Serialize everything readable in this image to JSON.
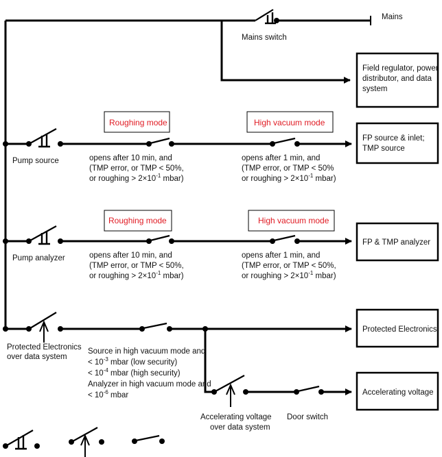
{
  "colors": {
    "mode_text": "#e01a22",
    "line": "#000000",
    "background": "#ffffff"
  },
  "mains": {
    "label": "Mains",
    "switch_label": "Mains switch"
  },
  "outputs": {
    "field_regulator": [
      "Field regulator, power",
      "distributor, and data",
      "system"
    ],
    "fp_source": [
      "FP source & inlet;",
      "TMP source"
    ],
    "fp_tmp_analyzer": "FP & TMP analyzer",
    "protected_electronics": "Protected Electronics",
    "accelerating_voltage": "Accelerating voltage"
  },
  "modes": {
    "roughing": "Roughing mode",
    "high_vacuum": "High vacuum mode"
  },
  "switches": {
    "pump_source": "Pump source",
    "pump_analyzer": "Pump analyzer",
    "protected_electronics": [
      "Protected Electronics",
      "over data system"
    ],
    "accelerating_voltage": [
      "Accelerating voltage",
      "over data system"
    ],
    "door_switch": "Door switch"
  },
  "conditions": {
    "roughing_source": {
      "l1": "opens after 10 min, and",
      "l2": "(TMP error, or TMP < 50%,",
      "l3a": "or roughing > 2×10",
      "l3sup": "-1",
      "l3b": " mbar)"
    },
    "hv_source": {
      "l1": "opens after 1 min, and",
      "l2": "(TMP error, or TMP < 50%",
      "l3a": "or roughing > 2×10",
      "l3sup": "-1",
      "l3b": " mbar)"
    },
    "roughing_analyzer": {
      "l1": "opens after 10 min, and",
      "l2": "(TMP error, or TMP < 50%,",
      "l3a": "or roughing > 2×10",
      "l3sup": "-1",
      "l3b": " mbar)"
    },
    "hv_analyzer": {
      "l1": "opens after 1 min, and",
      "l2": "(TMP error, or TMP < 50%,",
      "l3a": "or roughing > 2×10",
      "l3sup": "-1",
      "l3b": " mbar)"
    },
    "electronics": {
      "l1": "Source in high vacuum mode and",
      "l2a": "< 10",
      "l2sup": "-3",
      "l2b": " mbar (low security)",
      "l3a": "< 10",
      "l3sup": "-4",
      "l3b": " mbar (high security)",
      "l4": "Analyzer in high vacuum mode and",
      "l5a": "< 10",
      "l5sup": "-6",
      "l5b": " mbar"
    }
  }
}
